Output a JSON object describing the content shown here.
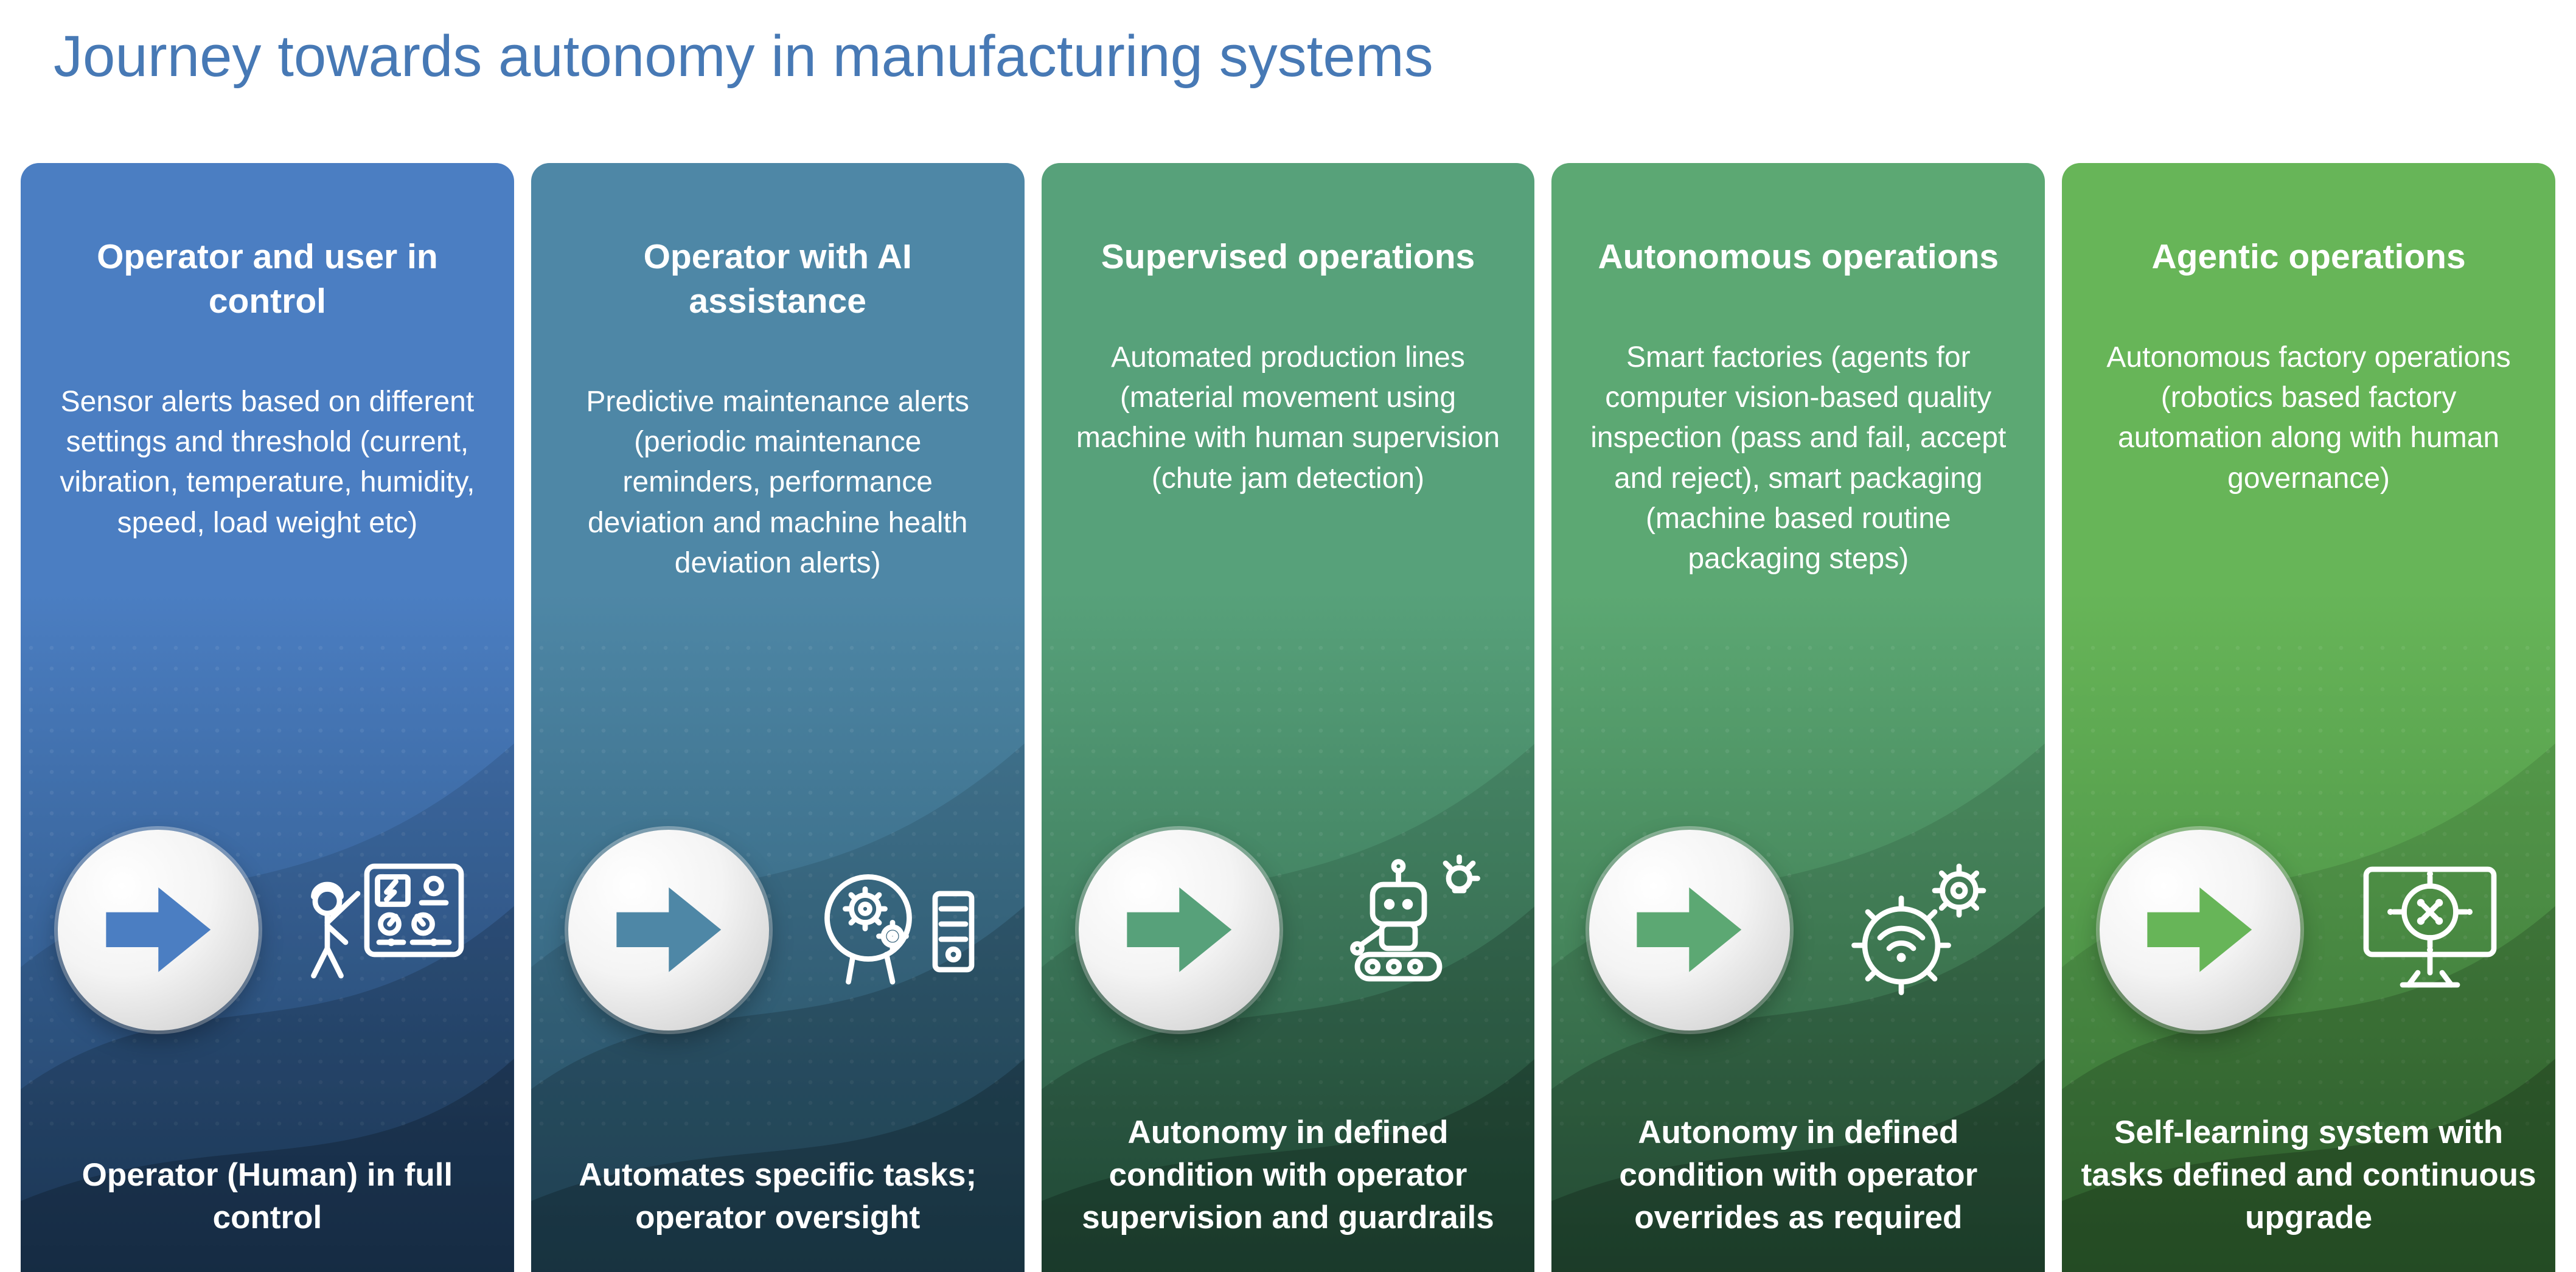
{
  "page": {
    "title": "Journey towards autonomy in manufacturing systems"
  },
  "colors": {
    "title": "#4779b5",
    "background": "#ffffff"
  },
  "cards": [
    {
      "header": "Operator and user in control",
      "body": "Sensor alerts based on different settings and threshold (current, vibration, temperature, humidity, speed, load weight etc)",
      "footer": "Operator (Human) in full control",
      "icon": "operator-control-panel-icon",
      "arrow_icon": "right-arrow-icon",
      "colors": {
        "top": "#4b7ec2",
        "bottom": "#24486e",
        "arrow": "#4b7ec2"
      }
    },
    {
      "header": "Operator with AI assistance",
      "body": "Predictive maintenance alerts (periodic maintenance reminders, performance deviation and machine health deviation alerts)",
      "footer": "Automates specific tasks; operator oversight",
      "icon": "human-head-gears-icon",
      "arrow_icon": "right-arrow-icon",
      "colors": {
        "top": "#4e87a6",
        "bottom": "#28546a",
        "arrow": "#4e87a6"
      }
    },
    {
      "header": "Supervised operations",
      "body": "Automated production lines (material movement using machine with human supervision (chute jam detection)",
      "footer": "Autonomy in defined condition with operator supervision and guardrails",
      "icon": "supervised-robot-icon",
      "arrow_icon": "right-arrow-icon",
      "colors": {
        "top": "#57a17a",
        "bottom": "#2b5f47",
        "arrow": "#57a17a"
      }
    },
    {
      "header": "Autonomous operations",
      "body": "Smart factories (agents for computer vision-based quality inspection (pass and fail, accept and reject), smart packaging (machine based routine packaging steps)",
      "footer": "Autonomy in defined condition with operator overrides as required",
      "icon": "gear-wifi-icon",
      "arrow_icon": "right-arrow-icon",
      "colors": {
        "top": "#5ca873",
        "bottom": "#2f6344",
        "arrow": "#5ca873"
      }
    },
    {
      "header": "Agentic operations",
      "body": "Autonomous factory operations (robotics based factory automation along with human governance)",
      "footer": "Self-learning system with tasks defined and continuous upgrade",
      "icon": "ai-computer-icon",
      "arrow_icon": "right-arrow-icon",
      "colors": {
        "top": "#67b558",
        "bottom": "#3c7c3c",
        "arrow": "#67b558"
      }
    }
  ]
}
